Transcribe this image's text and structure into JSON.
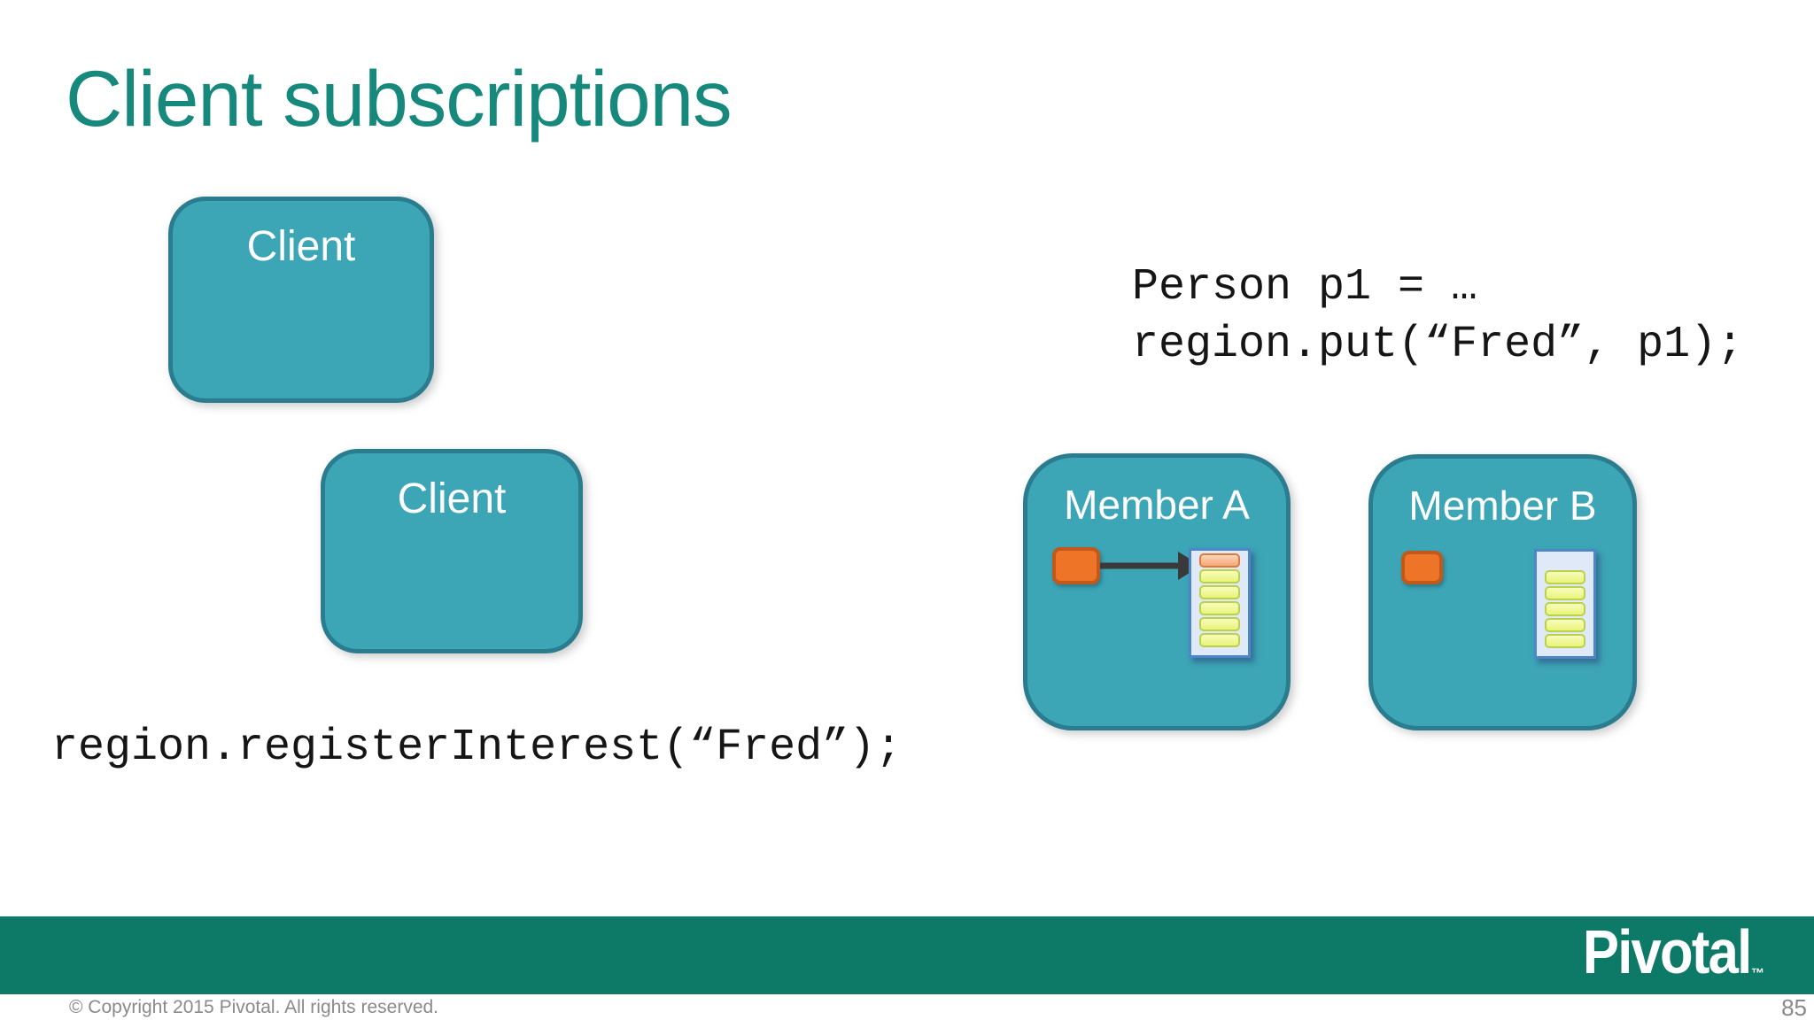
{
  "title": "Client subscriptions",
  "clients": [
    {
      "label": "Client"
    },
    {
      "label": "Client"
    }
  ],
  "code_put": {
    "line1": "Person p1 = …",
    "line2": "region.put(“Fred”, p1);"
  },
  "code_register_interest": "region.registerInterest(“Fred”);",
  "members": [
    {
      "label": "Member A",
      "queue_segments": 6,
      "queue_has_new_entry": true,
      "arrow_to_queue": true
    },
    {
      "label": "Member B",
      "queue_segments": 5,
      "queue_has_new_entry": false,
      "arrow_to_queue": false
    }
  ],
  "footer": {
    "copyright": "© Copyright 2015 Pivotal. All rights reserved.",
    "logo_text": "Pivotal",
    "trademark": "™",
    "page_number": "85"
  },
  "colors": {
    "title_teal": "#16897C",
    "node_fill": "#3CA5B6",
    "node_border": "#2A7C8E",
    "footer_bar": "#0D7A68",
    "entry_orange_fill": "#EE7528",
    "entry_orange_border": "#C2591B",
    "queue_container_fill": "#DFE9F7",
    "queue_container_border": "#4E87C8",
    "queue_segment_fill": "#E9F478",
    "queue_segment_border": "#BCD14A",
    "queue_new_segment_fill": "#F5A877",
    "queue_new_segment_border": "#DF7A3C",
    "arrow": "#3A3A3A",
    "code_text": "#151515",
    "footer_gray": "#8A8A8A"
  }
}
